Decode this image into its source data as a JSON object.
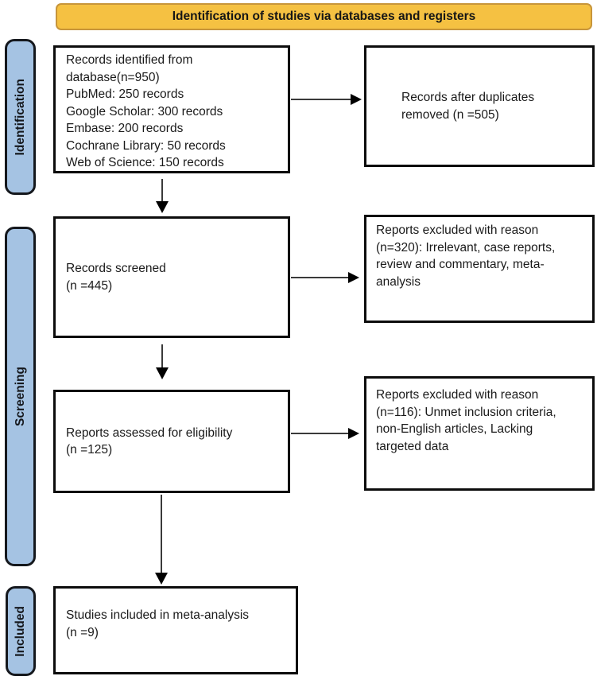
{
  "banner": {
    "title": "Identification of studies via databases and registers"
  },
  "stages": {
    "identification": "Identification",
    "screening": "Screening",
    "included": "Included"
  },
  "flow": {
    "records_identified": {
      "lines": [
        "Records identified from",
        "database(n=950)",
        "PubMed: 250 records",
        "Google Scholar: 300 records",
        "Embase: 200 records",
        "Cochrane Library: 50 records",
        "Web of Science: 150 records"
      ]
    },
    "duplicates_removed": {
      "lines": [
        "Records after duplicates",
        "removed (n =505)"
      ]
    },
    "records_screened": {
      "lines": [
        "Records screened",
        "(n =445)"
      ]
    },
    "excluded_screening": {
      "lines": [
        "Reports excluded with reason",
        "(n=320): Irrelevant, case reports,",
        "review and commentary, meta-",
        "analysis"
      ]
    },
    "assessed_eligibility": {
      "lines": [
        "Reports assessed for eligibility",
        "(n =125)"
      ]
    },
    "excluded_eligibility": {
      "lines": [
        "Reports excluded with reason",
        "(n=116): Unmet inclusion criteria,",
        "non-English articles, Lacking",
        "targeted data"
      ]
    },
    "included_studies": {
      "lines": [
        "Studies included in meta-analysis",
        "(n =9)"
      ]
    }
  },
  "colors": {
    "banner_fill": "#F5C142",
    "banner_border": "#C7953A",
    "stage_fill": "#A5C3E3"
  }
}
